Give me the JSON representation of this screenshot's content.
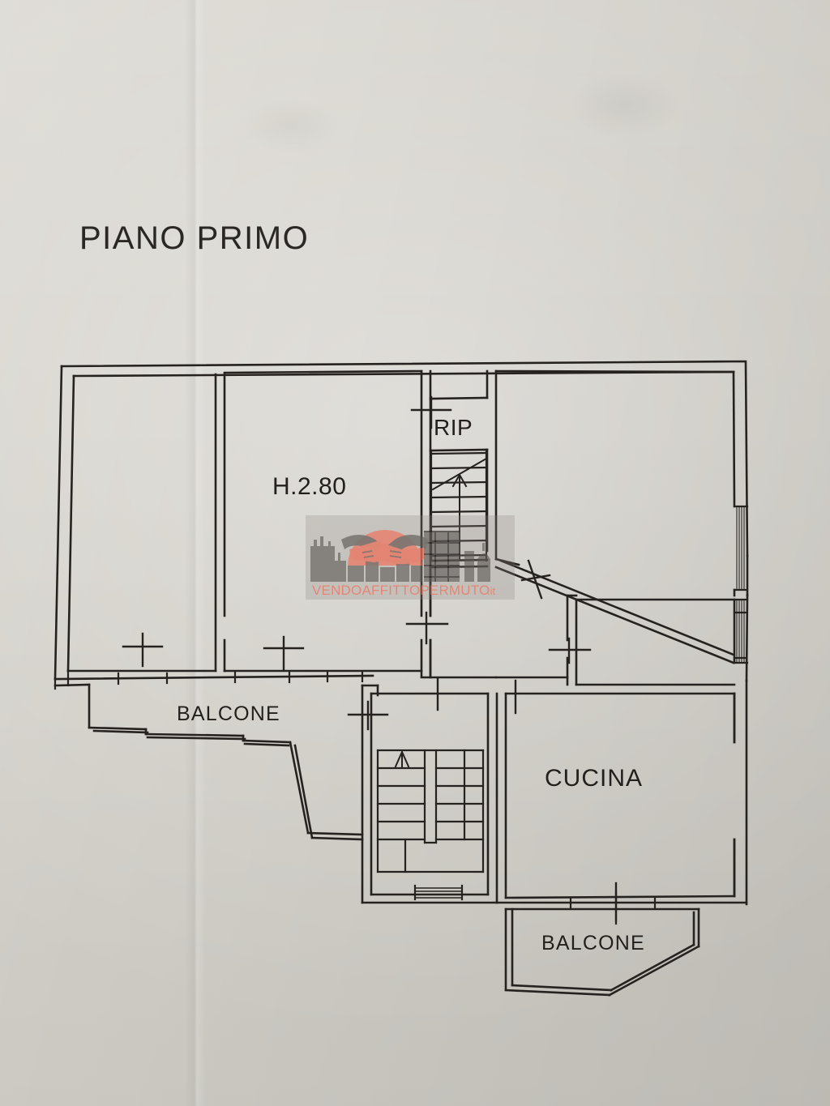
{
  "document": {
    "type": "floor-plan",
    "title": "PIANO PRIMO",
    "paper_color": "#d6d3cc",
    "ink_color": "#231f1c"
  },
  "labels": {
    "height_note": "H.2.80",
    "rip": "RIP",
    "cucina": "CUCINA",
    "balcone_left": "BALCONE",
    "balcone_bottom": "BALCONE"
  },
  "watermark": {
    "text_main": "VENDOAFFITTOPERMUTO",
    "text_tld": ".it",
    "accent_color": "#e8705a",
    "silhouette_color": "#6f6a66",
    "icon": "handshake-city-logo"
  },
  "rooms": [
    {
      "id": "room-left",
      "name": "camera-sinistra",
      "label": ""
    },
    {
      "id": "room-center",
      "name": "camera-centrale",
      "label": "H.2.80"
    },
    {
      "id": "room-rip",
      "name": "ripostiglio",
      "label": "RIP"
    },
    {
      "id": "room-top-right",
      "name": "camera-destra",
      "label": ""
    },
    {
      "id": "room-corridor",
      "name": "corridoio",
      "label": ""
    },
    {
      "id": "room-bagno",
      "name": "bagno",
      "label": ""
    },
    {
      "id": "room-cucina",
      "name": "cucina",
      "label": "CUCINA"
    },
    {
      "id": "stair-upper",
      "name": "scala-superiore",
      "label": ""
    },
    {
      "id": "stair-lower",
      "name": "vano-scala",
      "label": ""
    },
    {
      "id": "balcony-left",
      "name": "balcone-sinistro",
      "label": "BALCONE"
    },
    {
      "id": "balcony-bottom",
      "name": "balcone-inferiore",
      "label": "BALCONE"
    }
  ]
}
